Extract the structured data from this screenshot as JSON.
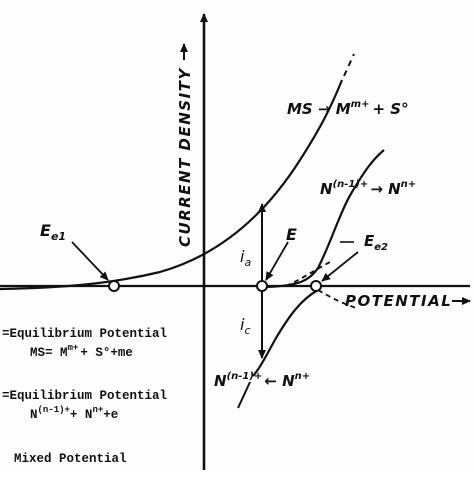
{
  "axes": {
    "y_label": "CURRENT DENSITY",
    "x_label": "POTENTIAL"
  },
  "labels": {
    "ms_reaction": "MS → M",
    "ms_reaction_sup": "m+",
    "ms_reaction_tail": "+ S°",
    "n_reaction_top": "N",
    "n_reaction_top_sup": "(n-1)+",
    "n_reaction_top_arrow": "→ N",
    "n_reaction_top_sup2": "n+",
    "ee1": "E",
    "ee1_sub": "e1",
    "e_mixed": "E",
    "ee2": "E",
    "ee2_sub": "e2",
    "ia": "i",
    "ia_sub": "a",
    "ic": "i",
    "ic_sub": "c",
    "n_reaction_bottom": "N",
    "n_reaction_bottom_sup": "(n-1)+",
    "n_reaction_bottom_arrow": "← N",
    "n_reaction_bottom_sup2": "n+"
  },
  "legend": {
    "line1": "=Equilibrium Potential",
    "line2": "MS= M",
    "line2_sup": "m+",
    "line2_tail": "+ S°+me",
    "line3": "=Equilibrium Potential",
    "line4": "N",
    "line4_sup": "(n-1)+",
    "line4_mid": "+ N",
    "line4_sup2": "n+",
    "line4_tail": "+e",
    "line5": "Mixed Potential"
  },
  "colors": {
    "ink": "#111111",
    "paper": "#fdfdfd"
  }
}
